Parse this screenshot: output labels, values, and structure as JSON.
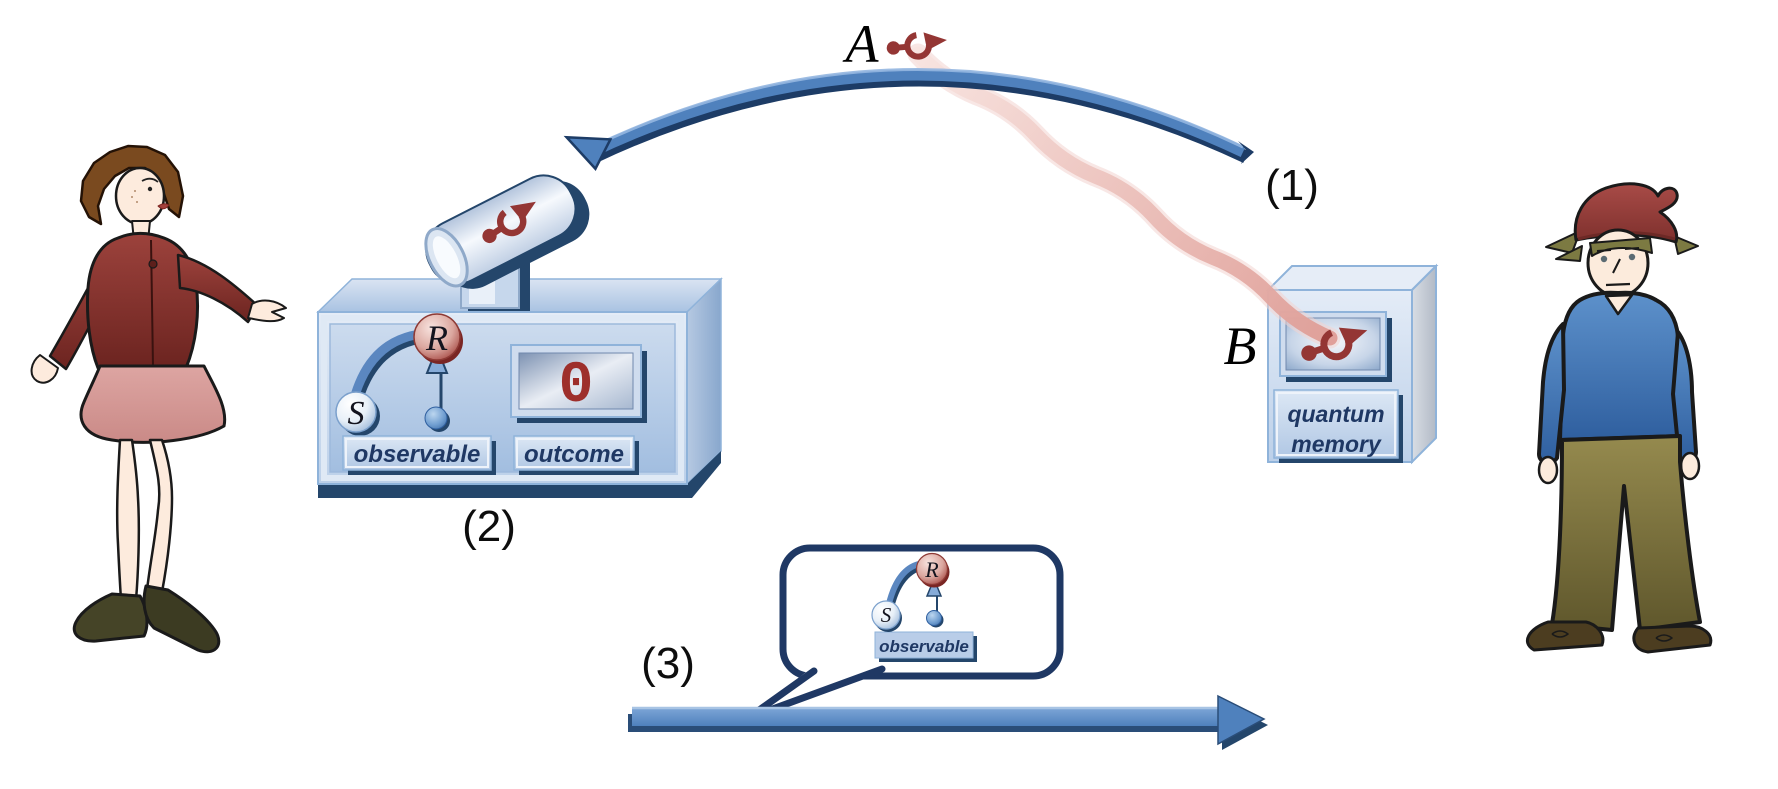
{
  "diagram": {
    "particle_a_label": "A",
    "particle_b_label": "B",
    "step_labels": {
      "one": "(1)",
      "two": "(2)",
      "three": "(3)"
    },
    "device": {
      "dial_start": "S",
      "dial_end": "R",
      "observable_plate": "observable",
      "outcome_plate": "outcome",
      "outcome_display_value": "0"
    },
    "quantum_memory": {
      "line1": "quantum",
      "line2": "memory"
    },
    "speech_bubble": {
      "dial_start": "S",
      "dial_end": "R",
      "observable_plate": "observable"
    },
    "colors": {
      "arrow_blue": "#4f81bd",
      "dark_navy": "#1f3864",
      "spin_red": "#943634",
      "beam_pink": "#e3a49e",
      "display_digit_red": "#9e2f2b",
      "panel_blue_light": "#dce6f3",
      "panel_blue_mid": "#aec6e4"
    }
  }
}
